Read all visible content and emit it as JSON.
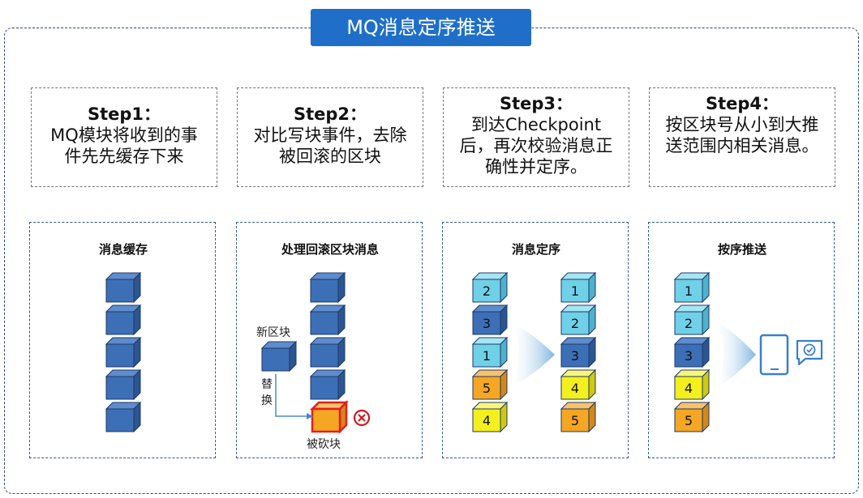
{
  "title": "MQ消息定序推送",
  "steps": [
    {
      "head": "Step1：",
      "body": "MQ模块将收到的事件先先缓存下来"
    },
    {
      "head": "Step2：",
      "body": "对比写块事件，去除被回滚的区块"
    },
    {
      "head": "Step3：",
      "body": "到达Checkpoint后，再次校验消息正确性并定序。"
    },
    {
      "head": "Step4：",
      "body": "按区块号从小到大推送范围内相关消息。"
    }
  ],
  "panels": [
    {
      "title": "消息缓存"
    },
    {
      "title": "处理回滚区块消息",
      "new_block": "新区块",
      "replace": "替换",
      "chopped": "被砍块"
    },
    {
      "title": "消息定序",
      "before": [
        "2",
        "3",
        "1",
        "5",
        "4"
      ],
      "after": [
        "1",
        "2",
        "3",
        "4",
        "5"
      ]
    },
    {
      "title": "按序推送",
      "ordered": [
        "1",
        "2",
        "3",
        "4",
        "5"
      ]
    }
  ],
  "colors": {
    "title_bg": "#1f6fc9",
    "blue": "#3d6fb6",
    "cyan": "#6fd0e8",
    "yellow": "#f3f01e",
    "orange": "#f5a623",
    "red": "#e41e1e"
  }
}
